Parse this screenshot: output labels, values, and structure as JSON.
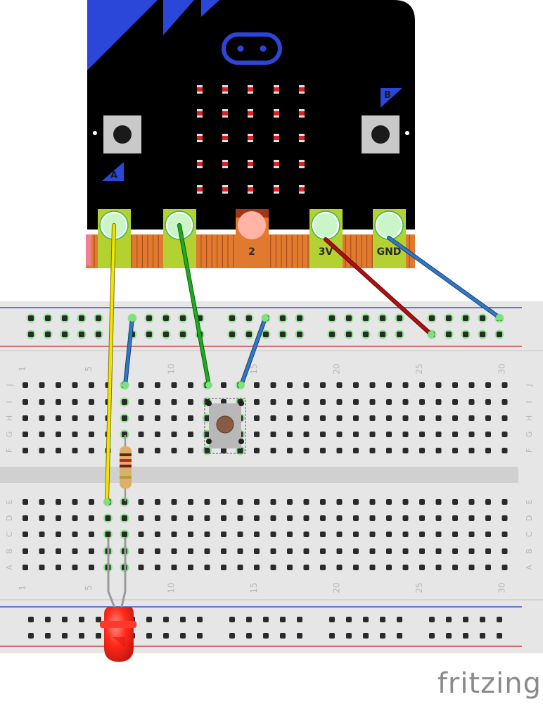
{
  "brand": "fritzing",
  "microbit": {
    "button_a": "A",
    "button_b": "B",
    "pins": [
      {
        "label": "",
        "connected": true
      },
      {
        "label": "",
        "connected": true
      },
      {
        "label": "2",
        "connected": false
      },
      {
        "label": "3V",
        "connected": true
      },
      {
        "label": "GND",
        "connected": true
      }
    ],
    "led_matrix": {
      "rows": 5,
      "cols": 5
    }
  },
  "breadboard": {
    "columns": 30,
    "column_labels": [
      "1",
      "5",
      "10",
      "15",
      "20",
      "25",
      "30"
    ],
    "rows_top": [
      "J",
      "I",
      "H",
      "G",
      "F"
    ],
    "rows_bottom": [
      "E",
      "D",
      "C",
      "B",
      "A"
    ]
  },
  "components": {
    "resistor": "resistor",
    "led": "red LED",
    "pushbutton": "pushbutton"
  },
  "colors": {
    "board": "#000000",
    "logo_blue": "#2b47d9",
    "breadboard": "#e6e6e6",
    "rail_red": "#cc2222",
    "rail_blue": "#2233cc",
    "wire_yellow": "#f2e600",
    "wire_green": "#1faa1f",
    "wire_red": "#b01010",
    "wire_blue": "#2f78c8",
    "led_red": "#ff2a1a"
  }
}
